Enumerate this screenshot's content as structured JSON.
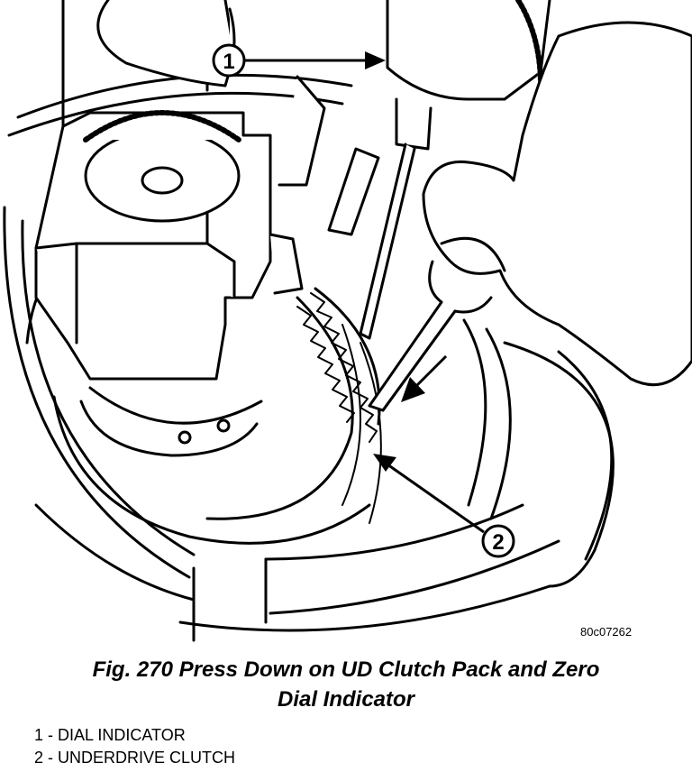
{
  "figure": {
    "code": "80c07262",
    "callouts": [
      "1",
      "2"
    ]
  },
  "caption": {
    "line1": "Fig. 270 Press Down on UD Clutch Pack and Zero",
    "line2": "Dial Indicator"
  },
  "legend": [
    "1 - DIAL INDICATOR",
    "2 - UNDERDRIVE CLUTCH"
  ]
}
